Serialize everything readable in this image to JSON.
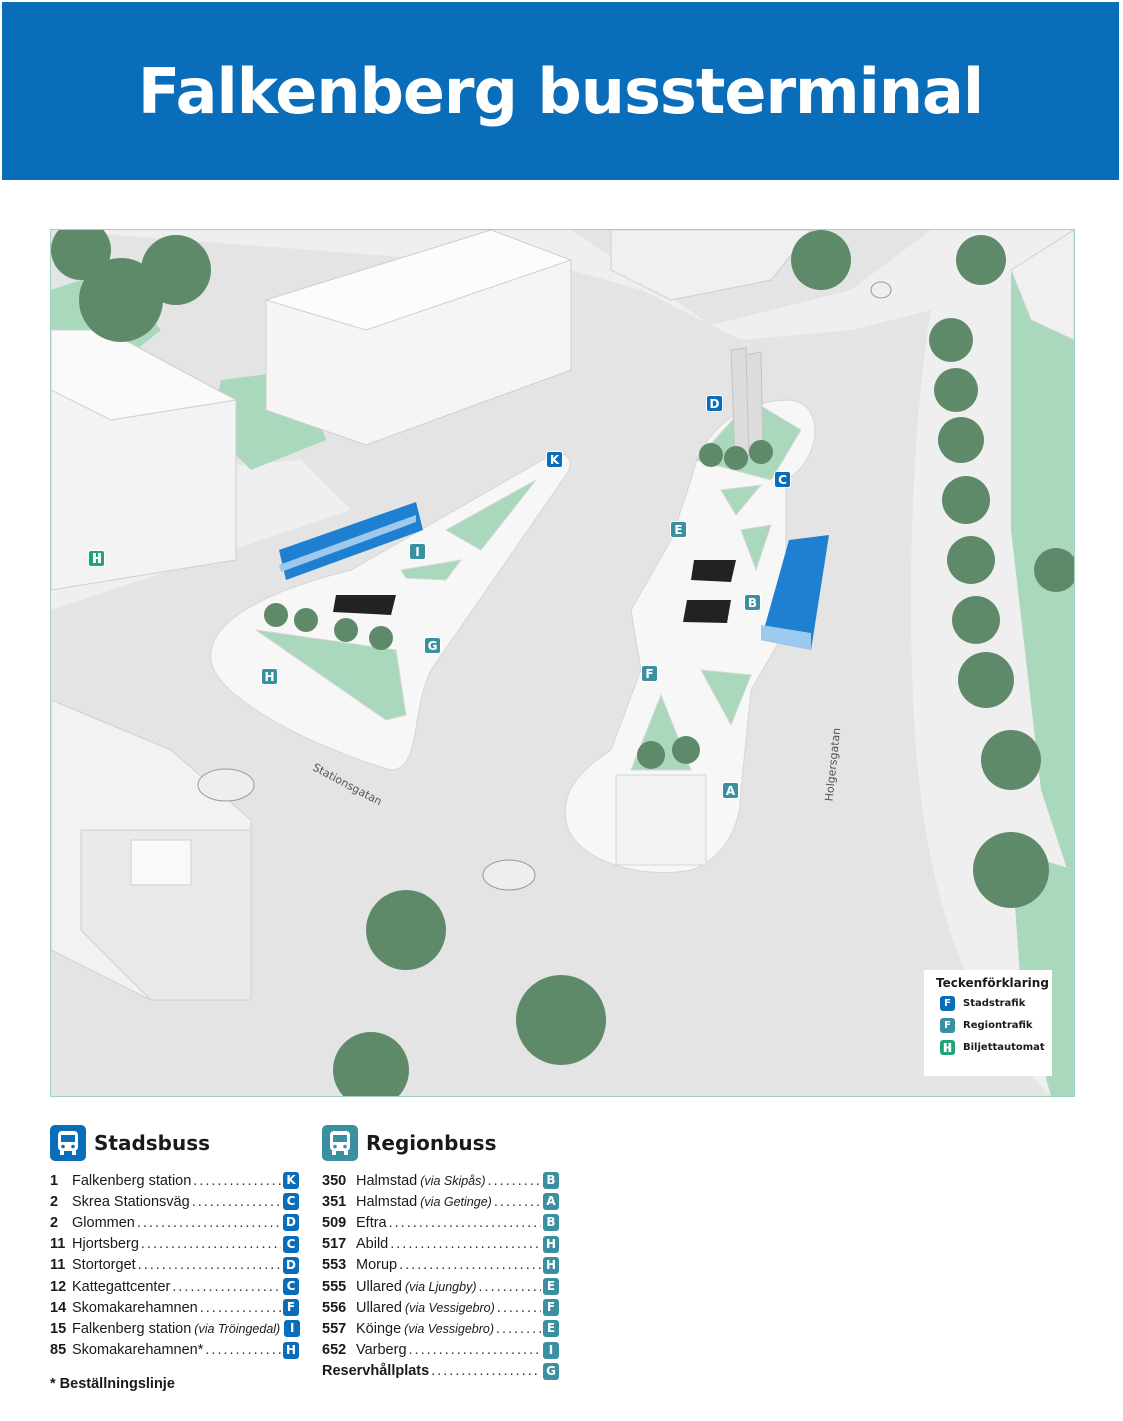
{
  "title": "Falkenberg bussterminal",
  "colors": {
    "city_badge": "#0a6dba",
    "region_badge": "#3a8fa0",
    "ticket_badge": "#1fa37a",
    "header_bg": "#0a6dba",
    "grass": "#a9d8bc",
    "tree": "#5f8a6a",
    "bus": "#1f7fd0"
  },
  "map": {
    "streets": [
      "Stationsgatan",
      "Holgersgatan"
    ],
    "stops": [
      {
        "letter": "D",
        "kind": "city"
      },
      {
        "letter": "K",
        "kind": "city"
      },
      {
        "letter": "C",
        "kind": "city"
      },
      {
        "letter": "E",
        "kind": "region"
      },
      {
        "letter": "I",
        "kind": "region"
      },
      {
        "letter": "B",
        "kind": "region"
      },
      {
        "letter": "G",
        "kind": "region"
      },
      {
        "letter": "H",
        "kind": "region"
      },
      {
        "letter": "F",
        "kind": "region"
      },
      {
        "letter": "A",
        "kind": "region"
      }
    ],
    "ticket_machine_icon": "ticket-machine-icon"
  },
  "legend": {
    "title": "Teckenförklaring",
    "items": [
      {
        "badge": "F",
        "kind": "city",
        "label": "Stadstrafik"
      },
      {
        "badge": "F",
        "kind": "region",
        "label": "Regiontrafik"
      },
      {
        "badge": "H",
        "kind": "ticket",
        "label": "Biljettautomat",
        "icon": "ticket-machine-icon"
      }
    ]
  },
  "stadsbuss": {
    "title": "Stadsbuss",
    "icon": "bus-icon",
    "routes": [
      {
        "num": "1",
        "name": "Falkenberg station",
        "via": "",
        "stop": "K"
      },
      {
        "num": "2",
        "name": "Skrea Stationsväg",
        "via": "",
        "stop": "C"
      },
      {
        "num": "2",
        "name": "Glommen",
        "via": "",
        "stop": "D"
      },
      {
        "num": "11",
        "name": "Hjortsberg",
        "via": "",
        "stop": "C"
      },
      {
        "num": "11",
        "name": "Stortorget",
        "via": "",
        "stop": "D"
      },
      {
        "num": "12",
        "name": "Kattegattcenter",
        "via": "",
        "stop": "C"
      },
      {
        "num": "14",
        "name": "Skomakarehamnen",
        "via": "",
        "stop": "F"
      },
      {
        "num": "15",
        "name": "Falkenberg station",
        "via": "(via Tröingedal)",
        "stop": "I"
      },
      {
        "num": "85",
        "name": "Skomakarehamnen*",
        "via": "",
        "stop": "H"
      }
    ],
    "footnote": "* Beställningslinje"
  },
  "regionbuss": {
    "title": "Regionbuss",
    "icon": "bus-icon",
    "routes": [
      {
        "num": "350",
        "name": "Halmstad",
        "via": "(via Skipås)",
        "stop": "B"
      },
      {
        "num": "351",
        "name": "Halmstad",
        "via": "(via Getinge)",
        "stop": "A"
      },
      {
        "num": "509",
        "name": "Eftra",
        "via": "",
        "stop": "B"
      },
      {
        "num": "517",
        "name": "Abild",
        "via": "",
        "stop": "H"
      },
      {
        "num": "553",
        "name": "Morup",
        "via": "",
        "stop": "H"
      },
      {
        "num": "555",
        "name": "Ullared",
        "via": "(via Ljungby)",
        "stop": "E"
      },
      {
        "num": "556",
        "name": "Ullared",
        "via": "(via Vessigebro)",
        "stop": "F"
      },
      {
        "num": "557",
        "name": "Köinge",
        "via": "(via Vessigebro)",
        "stop": "E"
      },
      {
        "num": "652",
        "name": "Varberg",
        "via": "",
        "stop": "I"
      },
      {
        "num": "",
        "name": "Reservhållplats",
        "via": "",
        "stop": "G"
      }
    ]
  }
}
